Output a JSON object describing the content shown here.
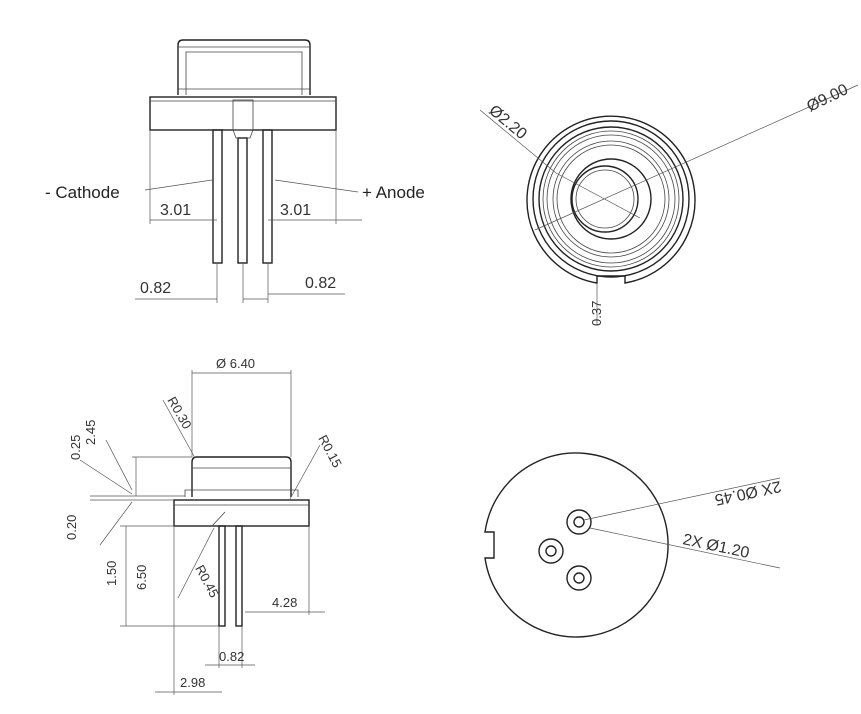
{
  "side_view": {
    "cathode_label": "- Cathode",
    "anode_label": "+ Anode",
    "left_pin_offset": "3.01",
    "right_pin_offset": "3.01",
    "left_pin_width": "0.82",
    "right_pin_width": "0.82"
  },
  "top_view": {
    "outer_diameter": "Ø9.00",
    "window_diameter": "Ø2.20",
    "notch_depth": "0.37"
  },
  "profile_view": {
    "cap_diameter": "Ø 6.40",
    "radius_top": "R0.30",
    "radius_right": "R0.15",
    "radius_bottom": "R0.45",
    "dim_245": "2.45",
    "dim_025": "0.25",
    "dim_020": "0.20",
    "dim_150": "1.50",
    "dim_650": "6.50",
    "dim_428": "4.28",
    "dim_082": "0.82",
    "dim_298": "2.98"
  },
  "bottom_view": {
    "pin_hole": "2X Ø0.45",
    "pin_ring": "2X Ø1.20"
  }
}
